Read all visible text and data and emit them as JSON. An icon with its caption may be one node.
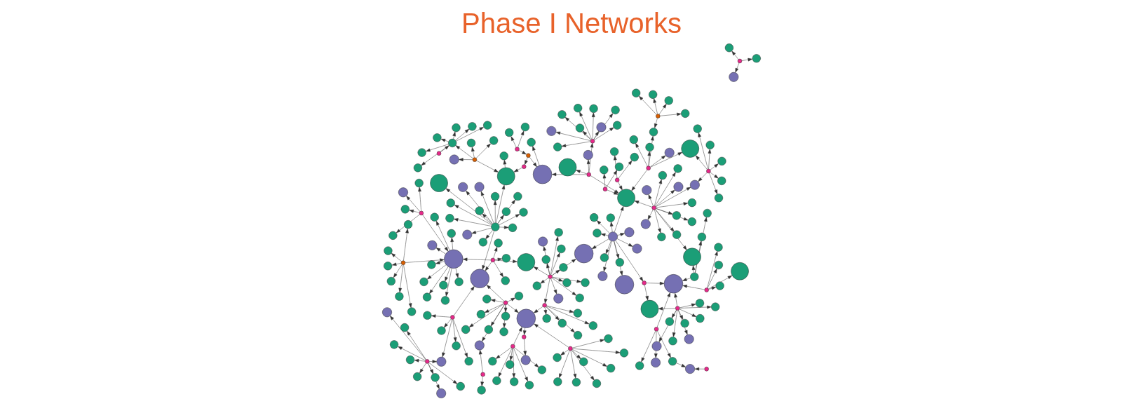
{
  "diagram": {
    "title": "Phase I Networks",
    "nodes": [
      {
        "text": [],
        "shape": "circle"
      },
      {
        "text": [],
        "shape": "circle"
      },
      {
        "text": [],
        "shape": "circle"
      },
      {
        "text": [],
        "shape": "circle"
      },
      {
        "text": [],
        "shape": "circle"
      },
      {
        "text": [],
        "shape": "circle"
      },
      {
        "text": [],
        "shape": "circle"
      },
      {
        "text": [],
        "shape": "circle"
      },
      {
        "text": [],
        "shape": "circle"
      },
      {
        "text": [],
        "shape": "circle"
      },
      {
        "text": [],
        "shape": "circle"
      },
      {
        "text": [],
        "shape": "circle"
      },
      {
        "text": [],
        "shape": "circle"
      },
      {
        "text": [],
        "shape": "circle"
      },
      {
        "text": [],
        "shape": "circle"
      },
      {
        "text": [],
        "shape": "circle"
      },
      {
        "text": [],
        "shape": "circle"
      },
      {
        "text": [],
        "shape": "circle"
      },
      {
        "text": [],
        "shape": "circle"
      },
      {
        "text": [],
        "shape": "circle"
      },
      {
        "text": [],
        "shape": "circle"
      },
      {
        "text": [],
        "shape": "circle"
      },
      {
        "text": [],
        "shape": "circle"
      },
      {
        "text": [],
        "shape": "circle"
      },
      {
        "text": [],
        "shape": "circle"
      },
      {
        "text": [],
        "shape": "circle"
      },
      {
        "text": [],
        "shape": "circle"
      },
      {
        "text": [],
        "shape": "circle"
      },
      {
        "text": [],
        "shape": "circle"
      },
      {
        "text": [],
        "shape": "circle"
      },
      {
        "text": [],
        "shape": "circle"
      },
      {
        "text": [],
        "shape": "circle"
      },
      {
        "text": [],
        "shape": "circle"
      },
      {
        "text": [],
        "shape": "circle"
      },
      {
        "text": [],
        "shape": "circle"
      },
      {
        "text": [],
        "shape": "circle"
      },
      {
        "text": [],
        "shape": "circle"
      },
      {
        "text": [],
        "shape": "circle"
      },
      {
        "text": [],
        "shape": "circle"
      },
      {
        "text": [],
        "shape": "circle"
      },
      {
        "text": [],
        "shape": "circle"
      },
      {
        "text": [],
        "shape": "circle"
      },
      {
        "text": [],
        "shape": "circle"
      },
      {
        "text": [],
        "shape": "circle"
      },
      {
        "text": [],
        "shape": "circle"
      },
      {
        "text": [],
        "shape": "circle"
      },
      {
        "text": [],
        "shape": "circle"
      },
      {
        "text": [],
        "shape": "circle"
      },
      {
        "text": [],
        "shape": "circle"
      },
      {
        "text": [],
        "shape": "circle"
      },
      {
        "text": [],
        "shape": "circle"
      },
      {
        "text": [],
        "shape": "circle"
      },
      {
        "text": [],
        "shape": "circle"
      },
      {
        "text": [],
        "shape": "circle"
      },
      {
        "text": [],
        "shape": "circle"
      },
      {
        "text": [],
        "shape": "circle"
      },
      {
        "text": [],
        "shape": "circle"
      },
      {
        "text": [],
        "shape": "circle"
      },
      {
        "text": [],
        "shape": "circle"
      },
      {
        "text": [],
        "shape": "circle"
      },
      {
        "text": [],
        "shape": "circle"
      },
      {
        "text": [],
        "shape": "circle"
      },
      {
        "text": [],
        "shape": "circle"
      },
      {
        "text": [],
        "shape": "circle"
      },
      {
        "text": [],
        "shape": "circle"
      },
      {
        "text": [],
        "shape": "circle"
      },
      {
        "text": [],
        "shape": "circle"
      },
      {
        "text": [],
        "shape": "circle"
      },
      {
        "text": [],
        "shape": "circle"
      },
      {
        "text": [],
        "shape": "circle"
      },
      {
        "text": [],
        "shape": "circle"
      },
      {
        "text": [],
        "shape": "circle"
      },
      {
        "text": [],
        "shape": "circle"
      },
      {
        "text": [],
        "shape": "circle"
      },
      {
        "text": [],
        "shape": "circle"
      },
      {
        "text": [],
        "shape": "circle"
      },
      {
        "text": [],
        "shape": "circle"
      },
      {
        "text": [],
        "shape": "circle"
      },
      {
        "text": [],
        "shape": "circle"
      },
      {
        "text": [],
        "shape": "circle"
      },
      {
        "text": [],
        "shape": "circle"
      },
      {
        "text": [],
        "shape": "circle"
      },
      {
        "text": [],
        "shape": "circle"
      },
      {
        "text": [],
        "shape": "circle"
      },
      {
        "text": [],
        "shape": "circle"
      },
      {
        "text": [],
        "shape": "circle"
      },
      {
        "text": [],
        "shape": "circle"
      },
      {
        "text": [],
        "shape": "circle"
      },
      {
        "text": [],
        "shape": "circle"
      },
      {
        "text": [],
        "shape": "circle"
      },
      {
        "text": [],
        "shape": "circle"
      },
      {
        "text": [],
        "shape": "circle"
      },
      {
        "text": [],
        "shape": "circle"
      },
      {
        "text": [],
        "shape": "circle"
      },
      {
        "text": [],
        "shape": "circle"
      },
      {
        "text": [],
        "shape": "circle"
      },
      {
        "text": [],
        "shape": "circle"
      },
      {
        "text": [],
        "shape": "circle"
      },
      {
        "text": [],
        "shape": "circle"
      },
      {
        "text": [],
        "shape": "circle"
      },
      {
        "text": [],
        "shape": "circle"
      },
      {
        "text": [],
        "shape": "circle"
      },
      {
        "text": [],
        "shape": "circle"
      },
      {
        "text": [],
        "shape": "circle"
      },
      {
        "text": [],
        "shape": "circle"
      },
      {
        "text": [],
        "shape": "circle"
      },
      {
        "text": [],
        "shape": "circle"
      },
      {
        "text": [],
        "shape": "circle"
      },
      {
        "text": [],
        "shape": "circle"
      },
      {
        "text": [],
        "shape": "circle"
      },
      {
        "text": [],
        "shape": "circle"
      },
      {
        "text": [],
        "shape": "circle"
      },
      {
        "text": [],
        "shape": "circle"
      },
      {
        "text": [],
        "shape": "circle"
      },
      {
        "text": [],
        "shape": "circle"
      },
      {
        "text": [],
        "shape": "circle"
      },
      {
        "text": [],
        "shape": "circle"
      },
      {
        "text": [],
        "shape": "circle"
      },
      {
        "text": [],
        "shape": "circle"
      },
      {
        "text": [],
        "shape": "circle"
      },
      {
        "text": [],
        "shape": "circle"
      },
      {
        "text": [],
        "shape": "circle"
      },
      {
        "text": [],
        "shape": "circle"
      },
      {
        "text": [],
        "shape": "circle"
      },
      {
        "text": [],
        "shape": "circle"
      },
      {
        "text": [],
        "shape": "circle"
      },
      {
        "text": [],
        "shape": "circle"
      },
      {
        "text": [],
        "shape": "circle"
      },
      {
        "text": [],
        "shape": "circle"
      },
      {
        "text": [],
        "shape": "circle"
      },
      {
        "text": [],
        "shape": "circle"
      },
      {
        "text": [],
        "shape": "circle"
      },
      {
        "text": [],
        "shape": "circle"
      },
      {
        "text": [],
        "shape": "circle"
      },
      {
        "text": [],
        "shape": "circle"
      },
      {
        "text": [],
        "shape": "circle"
      },
      {
        "text": [],
        "shape": "circle"
      },
      {
        "text": [],
        "shape": "circle"
      },
      {
        "text": [],
        "shape": "circle"
      },
      {
        "text": [],
        "shape": "circle"
      },
      {
        "text": [],
        "shape": "circle"
      },
      {
        "text": [],
        "shape": "circle"
      },
      {
        "text": [],
        "shape": "circle"
      },
      {
        "text": [],
        "shape": "circle"
      },
      {
        "text": [],
        "shape": "circle"
      },
      {
        "text": [],
        "shape": "circle"
      },
      {
        "text": [],
        "shape": "circle"
      },
      {
        "text": [],
        "shape": "circle"
      },
      {
        "text": [],
        "shape": "circle"
      },
      {
        "text": [],
        "shape": "circle"
      },
      {
        "text": [],
        "shape": "circle"
      },
      {
        "text": [],
        "shape": "circle"
      },
      {
        "text": [],
        "shape": "circle"
      },
      {
        "text": [],
        "shape": "circle"
      },
      {
        "text": [],
        "shape": "circle"
      },
      {
        "text": [],
        "shape": "circle"
      },
      {
        "text": [],
        "shape": "circle"
      },
      {
        "text": [],
        "shape": "circle"
      },
      {
        "text": [],
        "shape": "circle"
      },
      {
        "text": [],
        "shape": "circle"
      },
      {
        "text": [],
        "shape": "circle"
      },
      {
        "text": [],
        "shape": "circle"
      },
      {
        "text": [],
        "shape": "circle"
      },
      {
        "text": [],
        "shape": "circle"
      },
      {
        "text": [],
        "shape": "circle"
      },
      {
        "text": [],
        "shape": "circle"
      },
      {
        "text": [],
        "shape": "circle"
      },
      {
        "text": [],
        "shape": "circle"
      },
      {
        "text": [],
        "shape": "circle"
      },
      {
        "text": [],
        "shape": "circle"
      },
      {
        "text": [],
        "shape": "circle"
      },
      {
        "text": [],
        "shape": "circle"
      },
      {
        "text": [],
        "shape": "circle"
      },
      {
        "text": [],
        "shape": "circle"
      },
      {
        "text": [],
        "shape": "circle"
      },
      {
        "text": [],
        "shape": "circle"
      },
      {
        "text": [],
        "shape": "circle"
      },
      {
        "text": [],
        "shape": "circle"
      },
      {
        "text": [],
        "shape": "circle"
      },
      {
        "text": [],
        "shape": "circle"
      },
      {
        "text": [],
        "shape": "circle"
      },
      {
        "text": [],
        "shape": "circle"
      },
      {
        "text": [],
        "shape": "circle"
      },
      {
        "text": [],
        "shape": "circle"
      },
      {
        "text": [],
        "shape": "circle"
      },
      {
        "text": [],
        "shape": "circle"
      },
      {
        "text": [],
        "shape": "circle"
      },
      {
        "text": [],
        "shape": "circle"
      },
      {
        "text": [],
        "shape": "circle"
      },
      {
        "text": [],
        "shape": "circle"
      },
      {
        "text": [],
        "shape": "circle"
      },
      {
        "text": [],
        "shape": "circle"
      },
      {
        "text": [],
        "shape": "circle"
      },
      {
        "text": [],
        "shape": "circle"
      },
      {
        "text": [],
        "shape": "circle"
      },
      {
        "text": [],
        "shape": "circle"
      },
      {
        "text": [],
        "shape": "circle"
      },
      {
        "text": [],
        "shape": "circle"
      },
      {
        "text": [],
        "shape": "circle"
      },
      {
        "text": [],
        "shape": "circle"
      },
      {
        "text": [],
        "shape": "circle"
      },
      {
        "text": [],
        "shape": "circle"
      },
      {
        "text": [],
        "shape": "circle"
      },
      {
        "text": [],
        "shape": "circle"
      },
      {
        "text": [],
        "shape": "circle"
      },
      {
        "text": [],
        "shape": "circle"
      },
      {
        "text": [],
        "shape": "circle"
      },
      {
        "text": [],
        "shape": "circle"
      },
      {
        "text": [],
        "shape": "circle"
      },
      {
        "text": [],
        "shape": "circle"
      },
      {
        "text": [],
        "shape": "circle"
      },
      {
        "text": [],
        "shape": "circle"
      },
      {
        "text": [],
        "shape": "circle"
      },
      {
        "text": [],
        "shape": "circle"
      },
      {
        "text": [],
        "shape": "circle"
      },
      {
        "text": [],
        "shape": "circle"
      }
    ],
    "edges": [
      {
        "from": 0,
        "to": 1,
        "arrow": "to"
      },
      {
        "from": 0,
        "to": 2,
        "arrow": "to"
      },
      {
        "from": 0,
        "to": 3,
        "arrow": "to"
      },
      {
        "from": 0,
        "to": 4,
        "arrow": "to"
      },
      {
        "from": 0,
        "to": 5,
        "arrow": "to"
      },
      {
        "from": 0,
        "to": 6,
        "arrow": "to"
      },
      {
        "from": 0,
        "to": 7,
        "arrow": "to"
      },
      {
        "from": 8,
        "to": 7,
        "arrow": "to"
      },
      {
        "from": 8,
        "to": 9,
        "arrow": "to"
      },
      {
        "from": 8,
        "to": 10,
        "arrow": "to"
      },
      {
        "from": 8,
        "to": 11,
        "arrow": "to"
      },
      {
        "from": 8,
        "to": 12,
        "arrow": "to"
      },
      {
        "from": 8,
        "to": 13,
        "arrow": "to"
      },
      {
        "from": 8,
        "to": 14,
        "arrow": "to"
      },
      {
        "from": 8,
        "to": 15,
        "arrow": "to"
      },
      {
        "from": 8,
        "to": 16,
        "arrow": "to"
      },
      {
        "from": 8,
        "to": 17,
        "arrow": "to"
      },
      {
        "from": 8,
        "to": 18,
        "arrow": "to"
      },
      {
        "from": 8,
        "to": 19,
        "arrow": "to"
      },
      {
        "from": 8,
        "to": 21,
        "arrow": "to"
      },
      {
        "from": 20,
        "to": 21,
        "arrow": "to"
      },
      {
        "from": 20,
        "to": 22,
        "arrow": "to"
      },
      {
        "from": 20,
        "to": 23,
        "arrow": "to"
      },
      {
        "from": 24,
        "to": 25,
        "arrow": "to"
      },
      {
        "from": 24,
        "to": 26,
        "arrow": "to"
      },
      {
        "from": 24,
        "to": 21,
        "arrow": "to"
      },
      {
        "from": 27,
        "to": 28,
        "arrow": "to"
      },
      {
        "from": 27,
        "to": 29,
        "arrow": "to"
      },
      {
        "from": 27,
        "to": 30,
        "arrow": "to"
      },
      {
        "from": 27,
        "to": 31,
        "arrow": "to"
      },
      {
        "from": 27,
        "to": 6,
        "arrow": "to"
      },
      {
        "from": 27,
        "to": 21,
        "arrow": "to"
      },
      {
        "from": 32,
        "to": 33,
        "arrow": "to"
      },
      {
        "from": 32,
        "to": 34,
        "arrow": "to"
      },
      {
        "from": 32,
        "to": 29,
        "arrow": "to"
      },
      {
        "from": 32,
        "to": 214,
        "arrow": "to"
      },
      {
        "from": 32,
        "to": 215,
        "arrow": "to"
      },
      {
        "from": 35,
        "to": 21,
        "arrow": "to"
      },
      {
        "from": 35,
        "to": 36,
        "arrow": "to"
      },
      {
        "from": 35,
        "to": 37,
        "arrow": "to"
      },
      {
        "from": 35,
        "to": 38,
        "arrow": "to"
      },
      {
        "from": 39,
        "to": 40,
        "arrow": "to"
      },
      {
        "from": 39,
        "to": 41,
        "arrow": "to"
      },
      {
        "from": 39,
        "to": 42,
        "arrow": "to"
      },
      {
        "from": 39,
        "to": 43,
        "arrow": "to"
      },
      {
        "from": 39,
        "to": 44,
        "arrow": "to"
      },
      {
        "from": 39,
        "to": 45,
        "arrow": "to"
      },
      {
        "from": 39,
        "to": 46,
        "arrow": "to"
      },
      {
        "from": 39,
        "to": 47,
        "arrow": "to"
      },
      {
        "from": 39,
        "to": 48,
        "arrow": "to"
      },
      {
        "from": 39,
        "to": 49,
        "arrow": "to"
      },
      {
        "from": 39,
        "to": 21,
        "arrow": "to"
      },
      {
        "from": 50,
        "to": 51,
        "arrow": "to"
      },
      {
        "from": 50,
        "to": 52,
        "arrow": "to"
      },
      {
        "from": 50,
        "to": 53,
        "arrow": "to"
      },
      {
        "from": 50,
        "to": 54,
        "arrow": "to"
      },
      {
        "from": 50,
        "to": 55,
        "arrow": "to"
      },
      {
        "from": 50,
        "to": 56,
        "arrow": "to"
      },
      {
        "from": 50,
        "to": 57,
        "arrow": "to"
      },
      {
        "from": 50,
        "to": 58,
        "arrow": "to"
      },
      {
        "from": 50,
        "to": 71,
        "arrow": "to"
      },
      {
        "from": 35,
        "to": 50,
        "arrow": "to"
      },
      {
        "from": 59,
        "to": 60,
        "arrow": "to"
      },
      {
        "from": 59,
        "to": 61,
        "arrow": "to"
      },
      {
        "from": 59,
        "to": 62,
        "arrow": "to"
      },
      {
        "from": 59,
        "to": 63,
        "arrow": "to"
      },
      {
        "from": 59,
        "to": 64,
        "arrow": "to"
      },
      {
        "from": 59,
        "to": 65,
        "arrow": "to"
      },
      {
        "from": 59,
        "to": 66,
        "arrow": "to"
      },
      {
        "from": 59,
        "to": 67,
        "arrow": "to"
      },
      {
        "from": 59,
        "to": 68,
        "arrow": "to"
      },
      {
        "from": 59,
        "to": 69,
        "arrow": "to"
      },
      {
        "from": 59,
        "to": 70,
        "arrow": "to"
      },
      {
        "from": 59,
        "to": 47,
        "arrow": "to"
      },
      {
        "from": 59,
        "to": 72,
        "arrow": "to"
      },
      {
        "from": 72,
        "to": 73,
        "arrow": "to"
      },
      {
        "from": 72,
        "to": 74,
        "arrow": "to"
      },
      {
        "from": 72,
        "to": 75,
        "arrow": "to"
      },
      {
        "from": 72,
        "to": 76,
        "arrow": "to"
      },
      {
        "from": 72,
        "to": 77,
        "arrow": "to"
      },
      {
        "from": 72,
        "to": 78,
        "arrow": "to"
      },
      {
        "from": 82,
        "to": 79,
        "arrow": "to"
      },
      {
        "from": 82,
        "to": 83,
        "arrow": "to"
      },
      {
        "from": 82,
        "to": 84,
        "arrow": "to"
      },
      {
        "from": 82,
        "to": 85,
        "arrow": "to"
      },
      {
        "from": 82,
        "to": 86,
        "arrow": "to"
      },
      {
        "from": 84,
        "to": 87,
        "arrow": "to"
      },
      {
        "from": 84,
        "to": 88,
        "arrow": "to"
      },
      {
        "from": 84,
        "to": 89,
        "arrow": "to"
      },
      {
        "from": 84,
        "to": 90,
        "arrow": "to"
      },
      {
        "from": 84,
        "to": 91,
        "arrow": "to"
      },
      {
        "from": 84,
        "to": 92,
        "arrow": "to"
      },
      {
        "from": 93,
        "to": 94,
        "arrow": "to"
      },
      {
        "from": 93,
        "to": 95,
        "arrow": "to"
      },
      {
        "from": 93,
        "to": 96,
        "arrow": "to"
      },
      {
        "from": 93,
        "to": 97,
        "arrow": "to"
      },
      {
        "from": 93,
        "to": 98,
        "arrow": "to"
      },
      {
        "from": 93,
        "to": 99,
        "arrow": "to"
      },
      {
        "from": 93,
        "to": 100,
        "arrow": "to"
      },
      {
        "from": 93,
        "to": 101,
        "arrow": "to"
      },
      {
        "from": 93,
        "to": 102,
        "arrow": "to"
      },
      {
        "from": 93,
        "to": 103,
        "arrow": "to"
      },
      {
        "from": 93,
        "to": 104,
        "arrow": "to"
      },
      {
        "from": 93,
        "to": 105,
        "arrow": "to"
      },
      {
        "from": 93,
        "to": 106,
        "arrow": "to"
      },
      {
        "from": 93,
        "to": 79,
        "arrow": "to"
      },
      {
        "from": 93,
        "to": 80,
        "arrow": "to"
      },
      {
        "from": 107,
        "to": 108,
        "arrow": "to"
      },
      {
        "from": 107,
        "to": 94,
        "arrow": "to"
      },
      {
        "from": 107,
        "to": 109,
        "arrow": "to"
      },
      {
        "from": 107,
        "to": 110,
        "arrow": "to"
      },
      {
        "from": 107,
        "to": 111,
        "arrow": "to"
      },
      {
        "from": 107,
        "to": 69,
        "arrow": "to"
      },
      {
        "from": 112,
        "to": 113,
        "arrow": "to"
      },
      {
        "from": 112,
        "to": 114,
        "arrow": "to"
      },
      {
        "from": 112,
        "to": 115,
        "arrow": "to"
      },
      {
        "from": 112,
        "to": 116,
        "arrow": "to"
      },
      {
        "from": 112,
        "to": 117,
        "arrow": "to"
      },
      {
        "from": 112,
        "to": 118,
        "arrow": "to"
      },
      {
        "from": 112,
        "to": 119,
        "arrow": "to"
      },
      {
        "from": 112,
        "to": 120,
        "arrow": "to"
      },
      {
        "from": 112,
        "to": 94,
        "arrow": "to"
      },
      {
        "from": 112,
        "to": 78,
        "arrow": "to"
      },
      {
        "from": 121,
        "to": 122,
        "arrow": "to"
      },
      {
        "from": 121,
        "to": 123,
        "arrow": "to"
      },
      {
        "from": 121,
        "to": 124,
        "arrow": "to"
      },
      {
        "from": 121,
        "to": 125,
        "arrow": "to"
      },
      {
        "from": 121,
        "to": 126,
        "arrow": "to"
      },
      {
        "from": 121,
        "to": 127,
        "arrow": "to"
      },
      {
        "from": 121,
        "to": 128,
        "arrow": "to"
      },
      {
        "from": 121,
        "to": 129,
        "arrow": "to"
      },
      {
        "from": 121,
        "to": 78,
        "arrow": "to"
      },
      {
        "from": 130,
        "to": 131,
        "arrow": "to"
      },
      {
        "from": 130,
        "to": 132,
        "arrow": "to"
      },
      {
        "from": 130,
        "to": 133,
        "arrow": "to"
      },
      {
        "from": 130,
        "to": 134,
        "arrow": "to"
      },
      {
        "from": 130,
        "to": 135,
        "arrow": "to"
      },
      {
        "from": 130,
        "to": 94,
        "arrow": "to"
      },
      {
        "from": 136,
        "to": 137,
        "arrow": "to"
      },
      {
        "from": 136,
        "to": 138,
        "arrow": "to"
      },
      {
        "from": 136,
        "to": 139,
        "arrow": "to"
      },
      {
        "from": 136,
        "to": 140,
        "arrow": "to"
      },
      {
        "from": 136,
        "to": 141,
        "arrow": "to"
      },
      {
        "from": 136,
        "to": 142,
        "arrow": "to"
      },
      {
        "from": 136,
        "to": 143,
        "arrow": "to"
      },
      {
        "from": 136,
        "to": 144,
        "arrow": "to"
      },
      {
        "from": 136,
        "to": 131,
        "arrow": "to"
      },
      {
        "from": 145,
        "to": 146,
        "arrow": "to"
      },
      {
        "from": 145,
        "to": 147,
        "arrow": "to"
      },
      {
        "from": 145,
        "to": 148,
        "arrow": "to"
      },
      {
        "from": 145,
        "to": 149,
        "arrow": "to"
      },
      {
        "from": 145,
        "to": 108,
        "arrow": "to"
      },
      {
        "from": 108,
        "to": 150,
        "arrow": "to"
      },
      {
        "from": 108,
        "to": 151,
        "arrow": "to"
      },
      {
        "from": 108,
        "to": 152,
        "arrow": "to"
      },
      {
        "from": 108,
        "to": 153,
        "arrow": "to"
      },
      {
        "from": 108,
        "to": 154,
        "arrow": "to"
      },
      {
        "from": 108,
        "to": 155,
        "arrow": "to"
      },
      {
        "from": 108,
        "to": 156,
        "arrow": "to"
      },
      {
        "from": 108,
        "to": 157,
        "arrow": "to"
      },
      {
        "from": 108,
        "to": 158,
        "arrow": "to"
      },
      {
        "from": 159,
        "to": 160,
        "arrow": "to"
      },
      {
        "from": 159,
        "to": 161,
        "arrow": "to"
      },
      {
        "from": 159,
        "to": 162,
        "arrow": "to"
      },
      {
        "from": 159,
        "to": 163,
        "arrow": "to"
      },
      {
        "from": 159,
        "to": 164,
        "arrow": "to"
      },
      {
        "from": 159,
        "to": 165,
        "arrow": "to"
      },
      {
        "from": 159,
        "to": 108,
        "arrow": "to"
      },
      {
        "from": 166,
        "to": 167,
        "arrow": "to"
      },
      {
        "from": 166,
        "to": 168,
        "arrow": "to"
      },
      {
        "from": 166,
        "to": 169,
        "arrow": "to"
      },
      {
        "from": 166,
        "to": 170,
        "arrow": "to"
      },
      {
        "from": 166,
        "to": 171,
        "arrow": "to"
      },
      {
        "from": 166,
        "to": 172,
        "arrow": "to"
      },
      {
        "from": 166,
        "to": 78,
        "arrow": "to"
      },
      {
        "from": 173,
        "to": 118,
        "arrow": "to"
      },
      {
        "from": 173,
        "to": 174,
        "arrow": "to"
      },
      {
        "from": 175,
        "to": 176,
        "arrow": "to"
      },
      {
        "from": 78,
        "to": 175,
        "arrow": "to"
      },
      {
        "from": 177,
        "to": 178,
        "arrow": "to"
      },
      {
        "from": 177,
        "to": 179,
        "arrow": "to"
      },
      {
        "from": 180,
        "to": 181,
        "arrow": "to"
      },
      {
        "from": 180,
        "to": 182,
        "arrow": "to"
      },
      {
        "from": 180,
        "to": 178,
        "arrow": "to"
      },
      {
        "from": 180,
        "to": 19,
        "arrow": "to"
      },
      {
        "from": 39,
        "to": 177,
        "arrow": "to"
      },
      {
        "from": 183,
        "to": 184,
        "arrow": "to"
      },
      {
        "from": 183,
        "to": 185,
        "arrow": "to"
      },
      {
        "from": 183,
        "to": 186,
        "arrow": "to"
      },
      {
        "from": 183,
        "to": 187,
        "arrow": "to"
      },
      {
        "from": 183,
        "to": 188,
        "arrow": "to"
      },
      {
        "from": 183,
        "to": 189,
        "arrow": "to"
      },
      {
        "from": 183,
        "to": 190,
        "arrow": "to"
      },
      {
        "from": 183,
        "to": 191,
        "arrow": "to"
      },
      {
        "from": 183,
        "to": 179,
        "arrow": "to"
      },
      {
        "from": 183,
        "to": 178,
        "arrow": "to"
      },
      {
        "from": 192,
        "to": 193,
        "arrow": "to"
      },
      {
        "from": 192,
        "to": 194,
        "arrow": "to"
      },
      {
        "from": 192,
        "to": 178,
        "arrow": "to"
      },
      {
        "from": 192,
        "to": 195,
        "arrow": "to"
      },
      {
        "from": 195,
        "to": 196,
        "arrow": "to"
      },
      {
        "from": 197,
        "to": 196,
        "arrow": "to"
      },
      {
        "from": 198,
        "to": 199,
        "arrow": "to"
      },
      {
        "from": 198,
        "to": 200,
        "arrow": "to"
      },
      {
        "from": 198,
        "to": 201,
        "arrow": "to"
      },
      {
        "from": 198,
        "to": 202,
        "arrow": "to"
      },
      {
        "from": 198,
        "to": 178,
        "arrow": "to"
      },
      {
        "from": 203,
        "to": 36,
        "arrow": "to"
      },
      {
        "from": 204,
        "to": 203,
        "arrow": "to"
      },
      {
        "from": 204,
        "to": 205,
        "arrow": "to"
      },
      {
        "from": 204,
        "to": 206,
        "arrow": "to"
      },
      {
        "from": 36,
        "to": 207,
        "arrow": "to"
      },
      {
        "from": 203,
        "to": 208,
        "arrow": "to"
      },
      {
        "from": 208,
        "to": 79,
        "arrow": "to"
      },
      {
        "from": 209,
        "to": 84,
        "arrow": "to"
      },
      {
        "from": 210,
        "to": 211,
        "arrow": "to"
      },
      {
        "from": 210,
        "to": 212,
        "arrow": "to"
      },
      {
        "from": 210,
        "to": 213,
        "arrow": "to"
      },
      {
        "from": 79,
        "to": 81,
        "arrow": "to"
      }
    ]
  }
}
